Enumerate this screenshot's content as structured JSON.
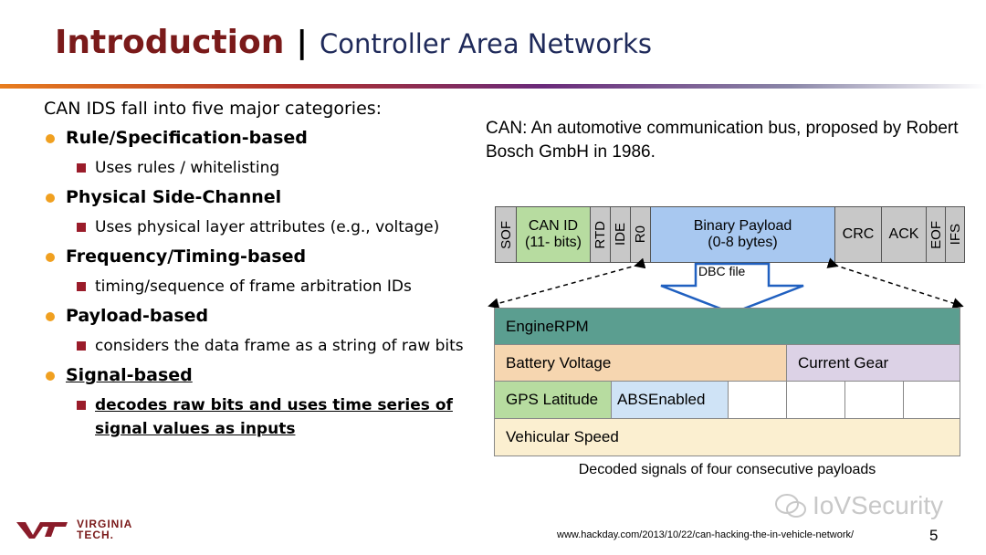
{
  "title": {
    "main": "Introduction",
    "separator": "|",
    "sub": "Controller Area Networks"
  },
  "left": {
    "intro": "CAN IDS fall into five major categories:",
    "categories": [
      {
        "label": "Rule/Specification-based",
        "detail": "Uses rules / whitelisting"
      },
      {
        "label": "Physical Side-Channel",
        "detail": "Uses physical layer attributes (e.g., voltage)"
      },
      {
        "label": "Frequency/Timing-based",
        "detail": "timing/sequence of frame arbitration IDs"
      },
      {
        "label": "Payload-based",
        "detail": "considers the data frame as a string of raw bits"
      },
      {
        "label": "Signal-based",
        "detail": "decodes raw bits and uses time series of signal values as inputs"
      }
    ]
  },
  "right": {
    "caption": "CAN: An automotive communication bus, proposed by Robert Bosch GmbH in 1986.",
    "frame": {
      "sof": "SOF",
      "can_id_line1": "CAN ID",
      "can_id_line2": "(11- bits)",
      "rtd": "RTD",
      "ide": "IDE",
      "r0": "R0",
      "payload_line1": "Binary Payload",
      "payload_line2": "(0-8 bytes)",
      "crc": "CRC",
      "ack": "ACK",
      "eof": "EOF",
      "ifs": "IFS"
    },
    "dbc_label": "DBC file",
    "signals": {
      "engine_rpm": "EngineRPM",
      "battery_voltage": "Battery Voltage",
      "current_gear": "Current Gear",
      "gps_latitude": "GPS Latitude",
      "abs_enabled": "ABSEnabled",
      "vehicular_speed": "Vehicular Speed"
    },
    "decoded_caption": "Decoded signals of four consecutive payloads"
  },
  "footer": {
    "logo_line1": "VIRGINIA",
    "logo_line2": "TECH.",
    "url": "www.hackday.com/2013/10/22/can-hacking-the-in-vehicle-network/",
    "page_number": "5",
    "watermark": "IoVSecurity"
  },
  "colors": {
    "title_main": "#7a1a1a",
    "title_sub": "#1f2a5a",
    "bullet_dot": "#f0a020",
    "bullet_square": "#9a1c2a",
    "can_id_fill": "#b7dca0",
    "payload_fill": "#a8c8f0",
    "engine_rpm_fill": "#5b9e90",
    "battery_fill": "#f6d6b0",
    "gear_fill": "#dcd2e6",
    "gps_fill": "#b7dca0",
    "abs_fill": "#cfe3f6",
    "speed_fill": "#fbefd0"
  }
}
